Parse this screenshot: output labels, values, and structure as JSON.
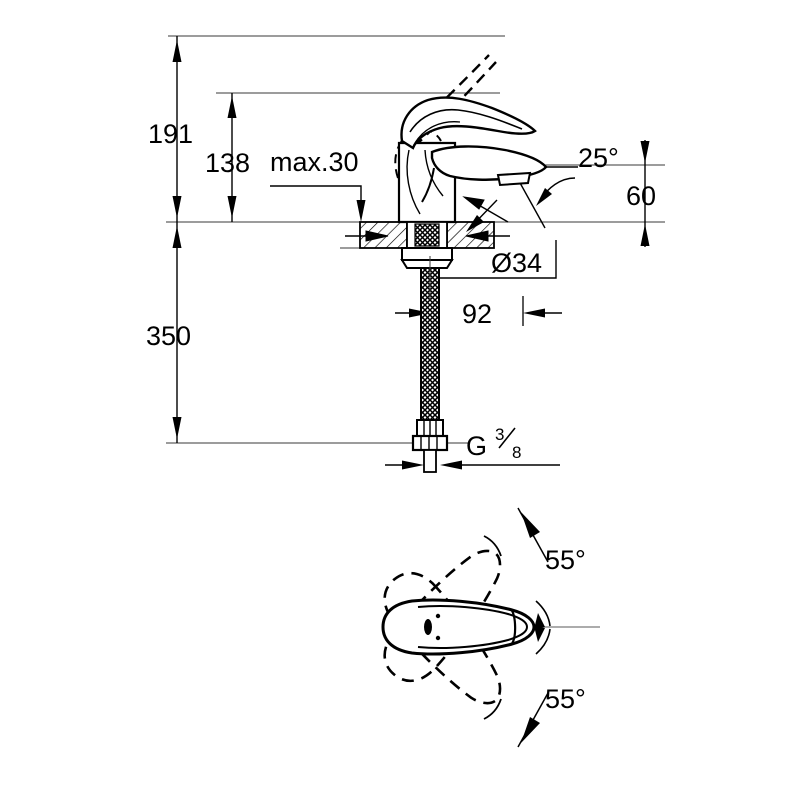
{
  "drawing": {
    "title": "Single-lever basin mixer dimensional drawing",
    "background_color": "#ffffff",
    "line_color": "#000000",
    "thin_line_color": "#3a3a3a",
    "units": "mm"
  },
  "dimensions": {
    "height_overall": "191",
    "height_spout": "138",
    "mount_thickness": "max.30",
    "hose_length": "350",
    "spout_angle": "25°",
    "spout_reach_vertical": "60",
    "base_diameter": "Ø34",
    "spout_projection": "92",
    "thread_letter": "G",
    "thread_numerator": "3",
    "thread_denominator": "8",
    "lever_swivel_up": "55°",
    "lever_swivel_down": "55°"
  },
  "views": {
    "elevation_name": "side-elevation-view",
    "plan_name": "lever-plan-view"
  },
  "icons": {
    "arrow": "arrow-head",
    "leader": "leader-line",
    "hatch": "section-hatch",
    "braid": "braided-hose-texture",
    "dashed": "dashed-ghost-outline"
  }
}
